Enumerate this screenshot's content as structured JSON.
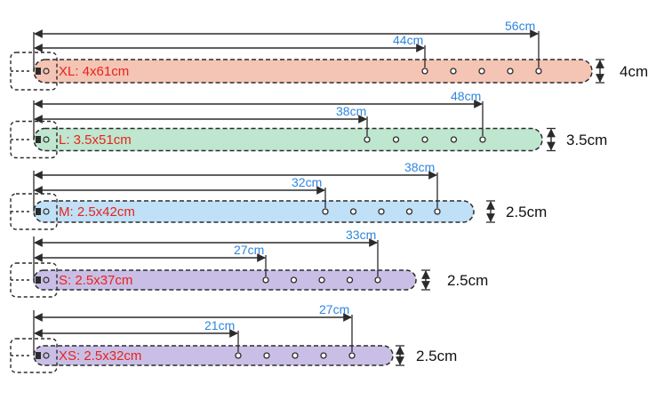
{
  "colors": {
    "dimension_text": "#2e86de",
    "belt_label_text": "#e8231b",
    "width_text": "#111111",
    "outline": "#2b2b2b"
  },
  "belts": [
    {
      "size_label": "XL: 4x61cm",
      "short_length": "44cm",
      "long_length": "56cm",
      "width": "4cm",
      "fill": "#f4c4b4",
      "hole_count": 5
    },
    {
      "size_label": "L: 3.5x51cm",
      "short_length": "38cm",
      "long_length": "48cm",
      "width": "3.5cm",
      "fill": "#bfe6cf",
      "hole_count": 5
    },
    {
      "size_label": "M: 2.5x42cm",
      "short_length": "32cm",
      "long_length": "38cm",
      "width": "2.5cm",
      "fill": "#bfe0f6",
      "hole_count": 5
    },
    {
      "size_label": "S: 2.5x37cm",
      "short_length": "27cm",
      "long_length": "33cm",
      "width": "2.5cm",
      "fill": "#c9bfe6",
      "hole_count": 5
    },
    {
      "size_label": "XS: 2.5x32cm",
      "short_length": "21cm",
      "long_length": "27cm",
      "width": "2.5cm",
      "fill": "#c9bfe6",
      "hole_count": 5
    }
  ]
}
